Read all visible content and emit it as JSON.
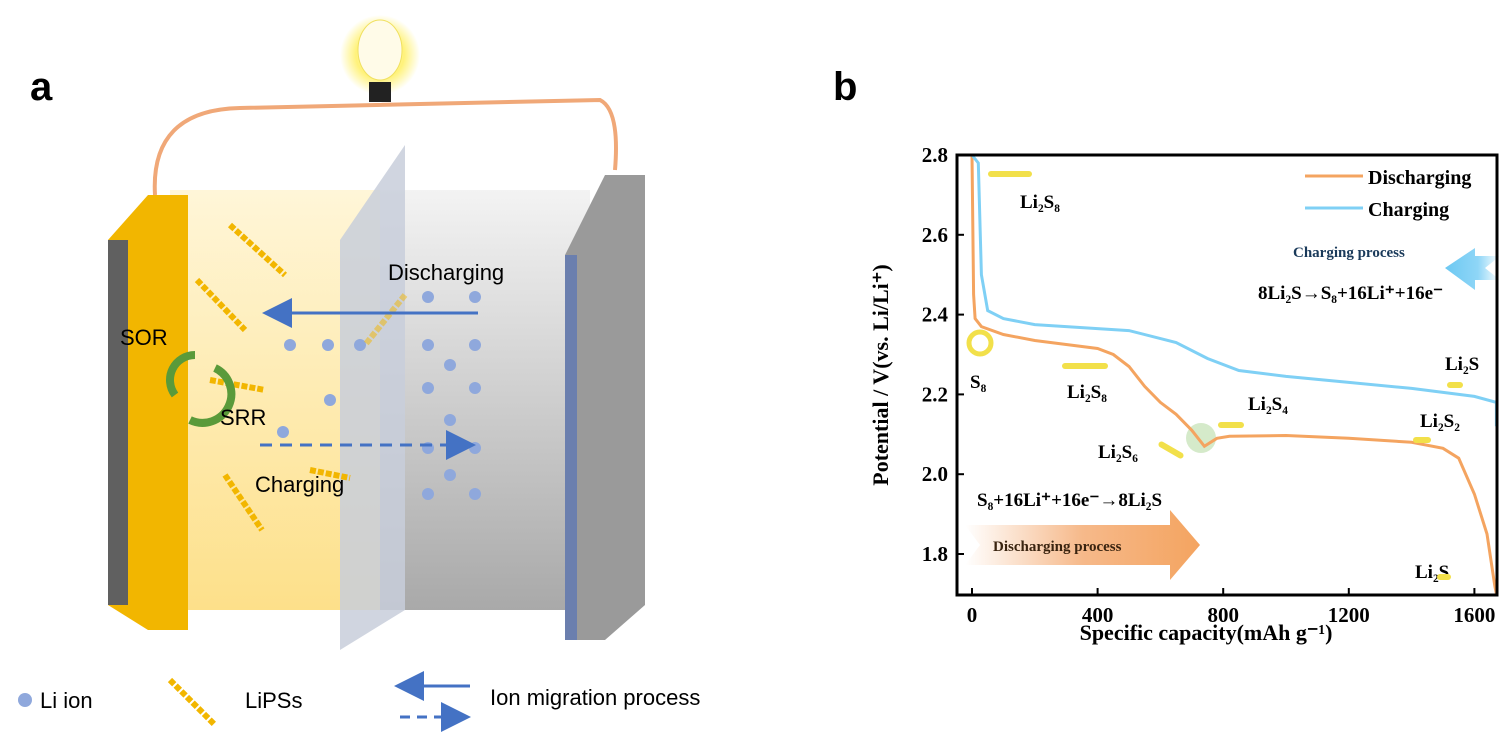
{
  "panel_a": {
    "label": "a",
    "discharging": "Discharging",
    "charging": "Charging",
    "sor": "SOR",
    "srr": "SRR",
    "legend": {
      "li_ion": "Li ion",
      "lipss": "LiPSs",
      "ion_migration": "Ion migration process"
    },
    "colors": {
      "cathode": "#f2b600",
      "anode": "#6b7fae",
      "wire": "#f0a878",
      "li_ion": "#8fa8dc",
      "arrow": "#4472c4",
      "cycle": "#5a9a3a"
    }
  },
  "panel_b": {
    "label": "b"
  },
  "chart_data": {
    "type": "line",
    "xlabel": "Specific capacity(mAh g⁻¹)",
    "ylabel": "Potential / V(vs. Li/Li⁺)",
    "xlim": [
      -40,
      1750
    ],
    "ylim": [
      1.7,
      2.8
    ],
    "xticks": [
      0,
      400,
      800,
      1200,
      1600
    ],
    "yticks": [
      1.8,
      2.0,
      2.2,
      2.4,
      2.6,
      2.8
    ],
    "legend_position": "top-right",
    "series": [
      {
        "name": "Discharging",
        "color": "#f4a460",
        "points": [
          [
            0,
            2.8
          ],
          [
            5,
            2.45
          ],
          [
            10,
            2.39
          ],
          [
            30,
            2.37
          ],
          [
            100,
            2.35
          ],
          [
            200,
            2.335
          ],
          [
            300,
            2.325
          ],
          [
            400,
            2.315
          ],
          [
            450,
            2.3
          ],
          [
            500,
            2.27
          ],
          [
            550,
            2.22
          ],
          [
            600,
            2.18
          ],
          [
            650,
            2.15
          ],
          [
            700,
            2.11
          ],
          [
            740,
            2.07
          ],
          [
            780,
            2.09
          ],
          [
            820,
            2.095
          ],
          [
            1000,
            2.097
          ],
          [
            1200,
            2.09
          ],
          [
            1400,
            2.08
          ],
          [
            1500,
            2.065
          ],
          [
            1550,
            2.04
          ],
          [
            1600,
            1.95
          ],
          [
            1640,
            1.85
          ],
          [
            1665,
            1.72
          ],
          [
            1670,
            1.7
          ]
        ]
      },
      {
        "name": "Charging",
        "color": "#7fd0f5",
        "points": [
          [
            1670,
            2.12
          ],
          [
            1670,
            2.18
          ],
          [
            1600,
            2.195
          ],
          [
            1400,
            2.215
          ],
          [
            1200,
            2.23
          ],
          [
            1000,
            2.245
          ],
          [
            850,
            2.26
          ],
          [
            750,
            2.29
          ],
          [
            650,
            2.33
          ],
          [
            500,
            2.36
          ],
          [
            400,
            2.365
          ],
          [
            300,
            2.37
          ],
          [
            200,
            2.375
          ],
          [
            100,
            2.39
          ],
          [
            50,
            2.41
          ],
          [
            30,
            2.5
          ],
          [
            20,
            2.78
          ],
          [
            0,
            2.8
          ]
        ]
      }
    ],
    "annotations": {
      "li2s8_top": "Li₂S₈",
      "s8": "S₈",
      "li2s8": "Li₂S₈",
      "li2s6": "Li₂S₆",
      "li2s4": "Li₂S₄",
      "li2s2": "Li₂S₂",
      "li2s_top": "Li₂S",
      "li2s_bottom": "Li₂S",
      "charging_process": "Charging process",
      "charging_eq": "8Li₂S→S₈+16Li⁺+16e⁻",
      "discharging_process": "Discharging process",
      "discharging_eq": "S₈+16Li⁺+16e⁻→8Li₂S"
    }
  }
}
